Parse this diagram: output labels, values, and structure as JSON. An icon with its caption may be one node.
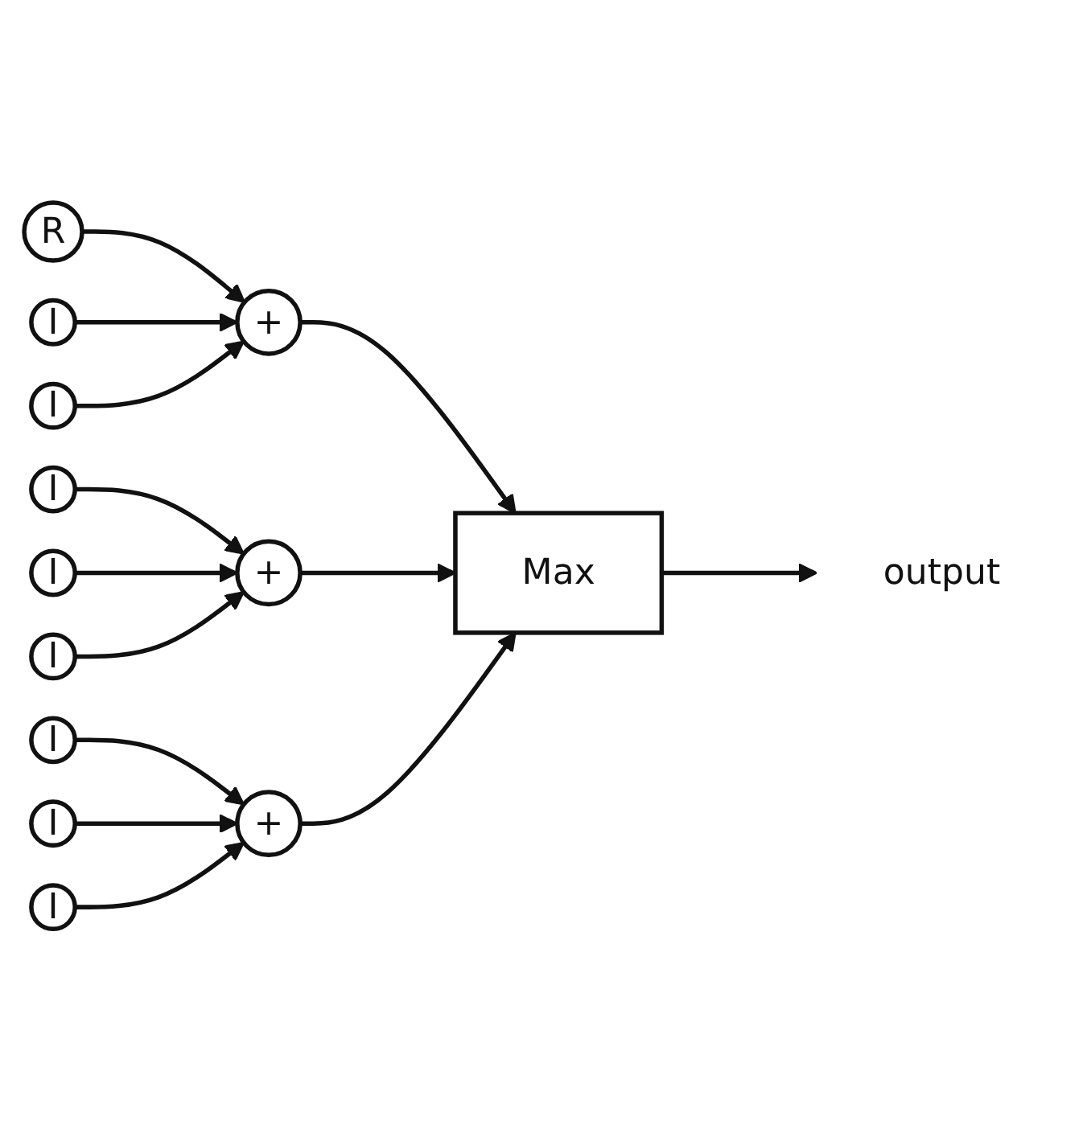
{
  "diagram": {
    "nodes": [
      {
        "text": [
          "R"
        ]
      },
      {
        "text": [
          "I"
        ]
      },
      {
        "text": [
          "I"
        ]
      },
      {
        "text": [
          "+"
        ]
      },
      {
        "text": [
          "I"
        ]
      },
      {
        "text": [
          "I"
        ]
      },
      {
        "text": [
          "I"
        ]
      },
      {
        "text": [
          "+"
        ]
      },
      {
        "text": [
          "I"
        ]
      },
      {
        "text": [
          "I"
        ]
      },
      {
        "text": [
          "I"
        ]
      },
      {
        "text": [
          "+"
        ]
      },
      {
        "text": [
          "Max"
        ]
      },
      {
        "text": [
          "output"
        ]
      }
    ],
    "edges": [
      {
        "from": 0,
        "to": 3,
        "arrow": "to"
      },
      {
        "from": 1,
        "to": 3,
        "arrow": "to"
      },
      {
        "from": 2,
        "to": 3,
        "arrow": "to"
      },
      {
        "from": 4,
        "to": 7,
        "arrow": "to"
      },
      {
        "from": 5,
        "to": 7,
        "arrow": "to"
      },
      {
        "from": 6,
        "to": 7,
        "arrow": "to"
      },
      {
        "from": 8,
        "to": 11,
        "arrow": "to"
      },
      {
        "from": 9,
        "to": 11,
        "arrow": "to"
      },
      {
        "from": 10,
        "to": 11,
        "arrow": "to"
      },
      {
        "from": 3,
        "to": 12,
        "arrow": "to"
      },
      {
        "from": 7,
        "to": 12,
        "arrow": "to"
      },
      {
        "from": 11,
        "to": 12,
        "arrow": "to"
      },
      {
        "from": 12,
        "to": 13,
        "arrow": "to"
      }
    ]
  }
}
